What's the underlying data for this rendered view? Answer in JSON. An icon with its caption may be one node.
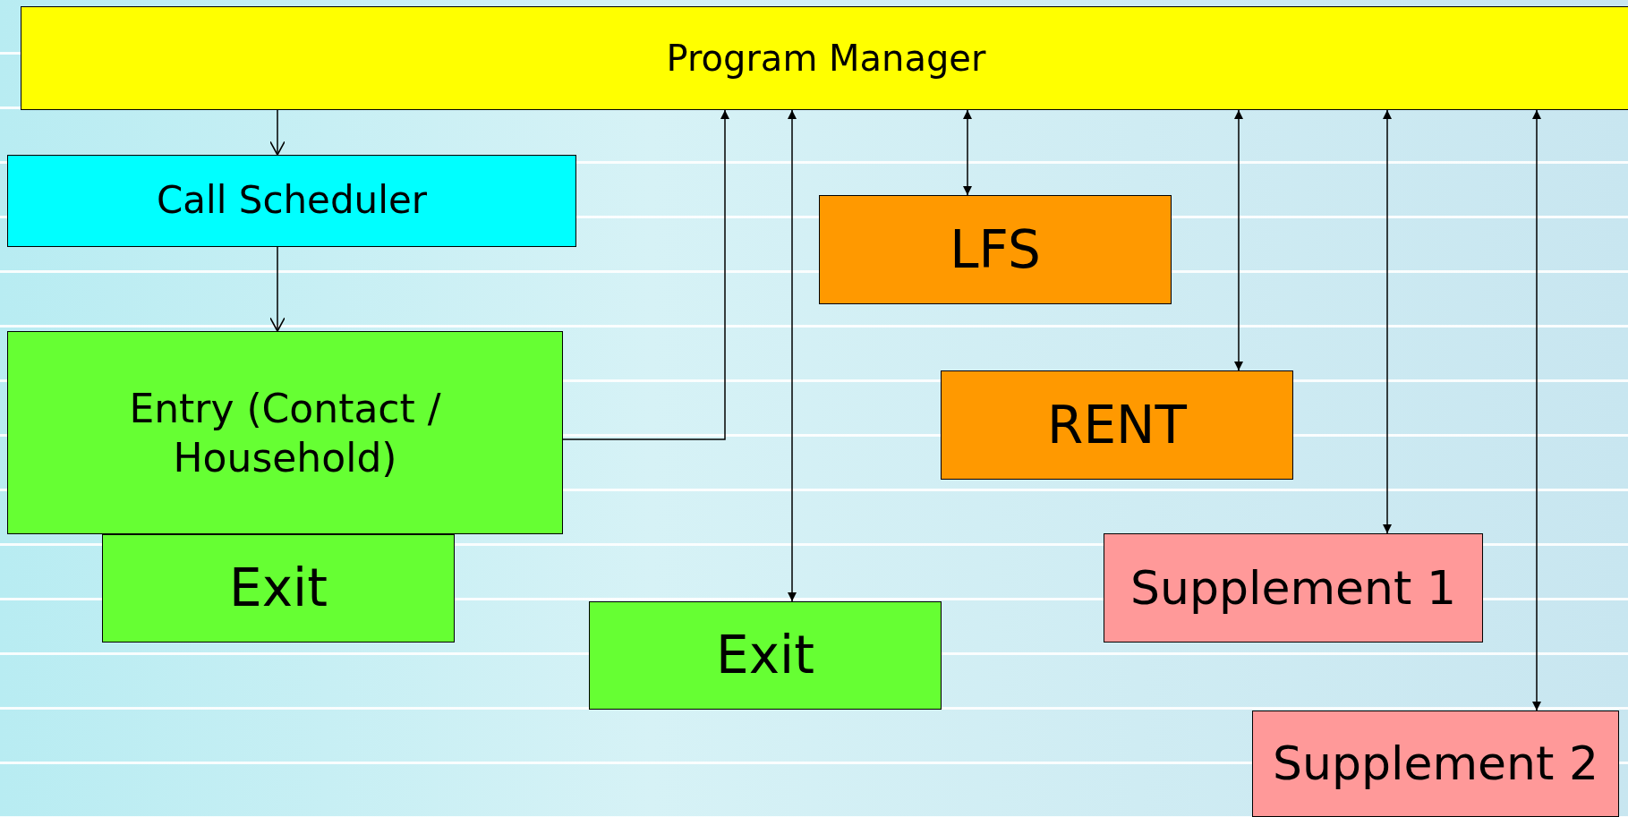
{
  "diagram": {
    "nodes": [
      {
        "text": [
          "Program Manager"
        ]
      },
      {
        "text": [
          "Call Scheduler"
        ]
      },
      {
        "text": [
          "Entry (Contact / Household)"
        ]
      },
      {
        "text": [
          "Exit"
        ]
      },
      {
        "text": [
          "Exit"
        ]
      },
      {
        "text": [
          "LFS"
        ]
      },
      {
        "text": [
          "RENT"
        ]
      },
      {
        "text": [
          "Supplement 1"
        ]
      },
      {
        "text": [
          "Supplement 2"
        ]
      }
    ],
    "edges": [
      {
        "from": 0,
        "to": 1,
        "arrow": "to"
      },
      {
        "from": 1,
        "to": 2,
        "arrow": "to"
      },
      {
        "from": 2,
        "to": 0,
        "arrow": "to"
      },
      {
        "from": 0,
        "to": 4,
        "arrow": "both"
      },
      {
        "from": 0,
        "to": 5,
        "arrow": "both"
      },
      {
        "from": 0,
        "to": 6,
        "arrow": "both"
      },
      {
        "from": 0,
        "to": 7,
        "arrow": "both"
      },
      {
        "from": 0,
        "to": 8,
        "arrow": "both"
      }
    ]
  }
}
